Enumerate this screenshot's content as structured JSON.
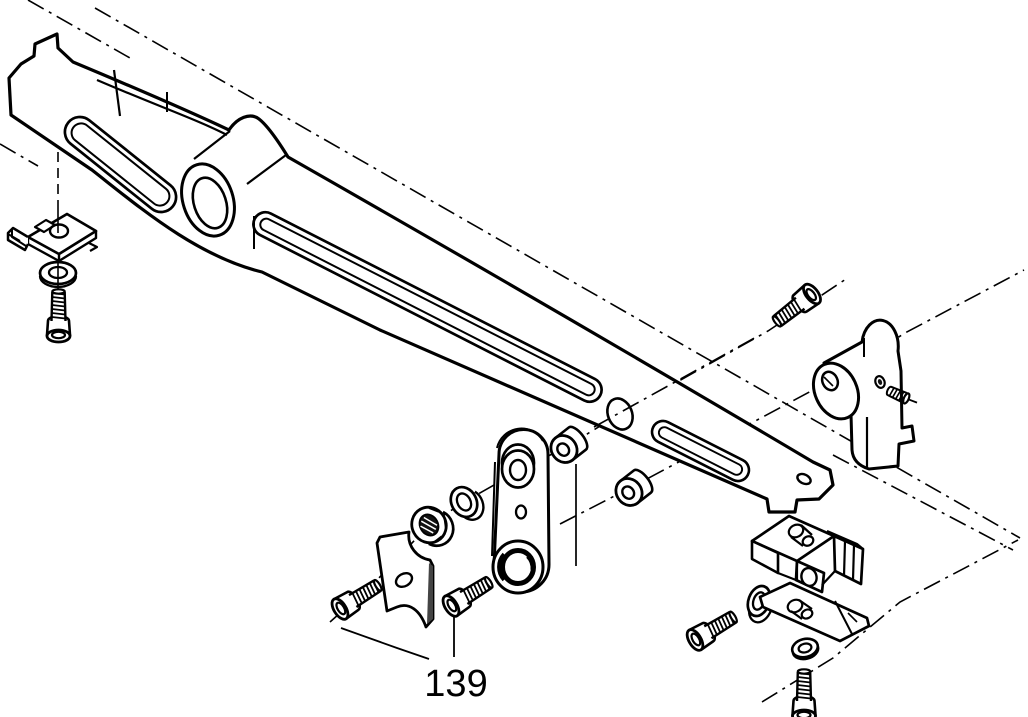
{
  "figure": {
    "part_label": "139",
    "background_color": "#ffffff",
    "line_color": "#000000",
    "diagram_kind": "exploded-parts-diagram",
    "parts": [
      "pivot-arm",
      "retaining-clip",
      "flat-washer-left",
      "cap-screw-left",
      "flange-nut",
      "flat-washer-middle",
      "connecting-link",
      "spacer-bushing-upper",
      "spacer-bushing-lower",
      "clamp-plate",
      "cap-screw-139-left",
      "cap-screw-139-right",
      "cap-screw-upper-right",
      "rod-holder-bracket",
      "set-screw",
      "clamp-block",
      "keyhole-plate",
      "flat-washer-clamp",
      "cap-screw-clamp",
      "flat-washer-small",
      "cap-screw-bottom"
    ]
  }
}
